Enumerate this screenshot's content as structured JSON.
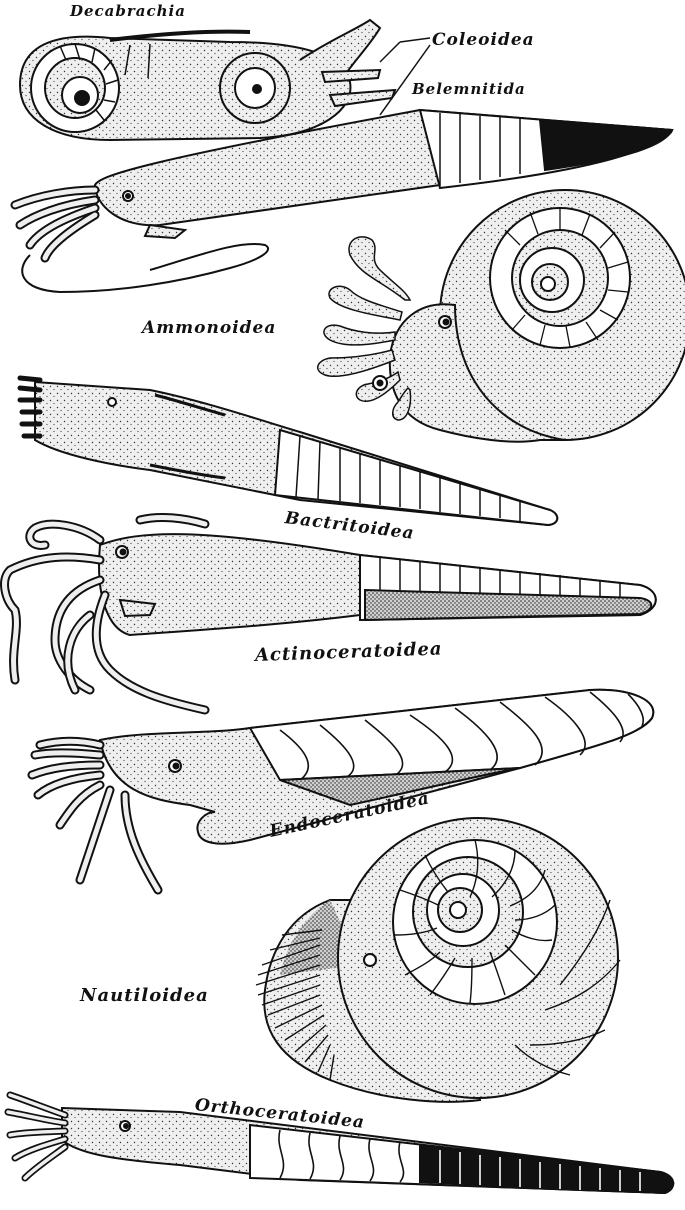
{
  "labels": {
    "decabrachia": "Decabrachia",
    "coleoidea": "Coleoidea",
    "belemnitida": "Belemnitida",
    "ammonoidea": "Ammonoidea",
    "bactritoidea": "Bactritoidea",
    "actinoceratoidea": "Actinoceratoidea",
    "endoceratoidea": "Endoceratoidea",
    "nautiloidea": "Nautiloidea",
    "orthoceratoidea": "Orthoceratoidea"
  },
  "colors": {
    "ink": "#111111",
    "body_fill": "#ececec",
    "paper": "#ffffff"
  }
}
